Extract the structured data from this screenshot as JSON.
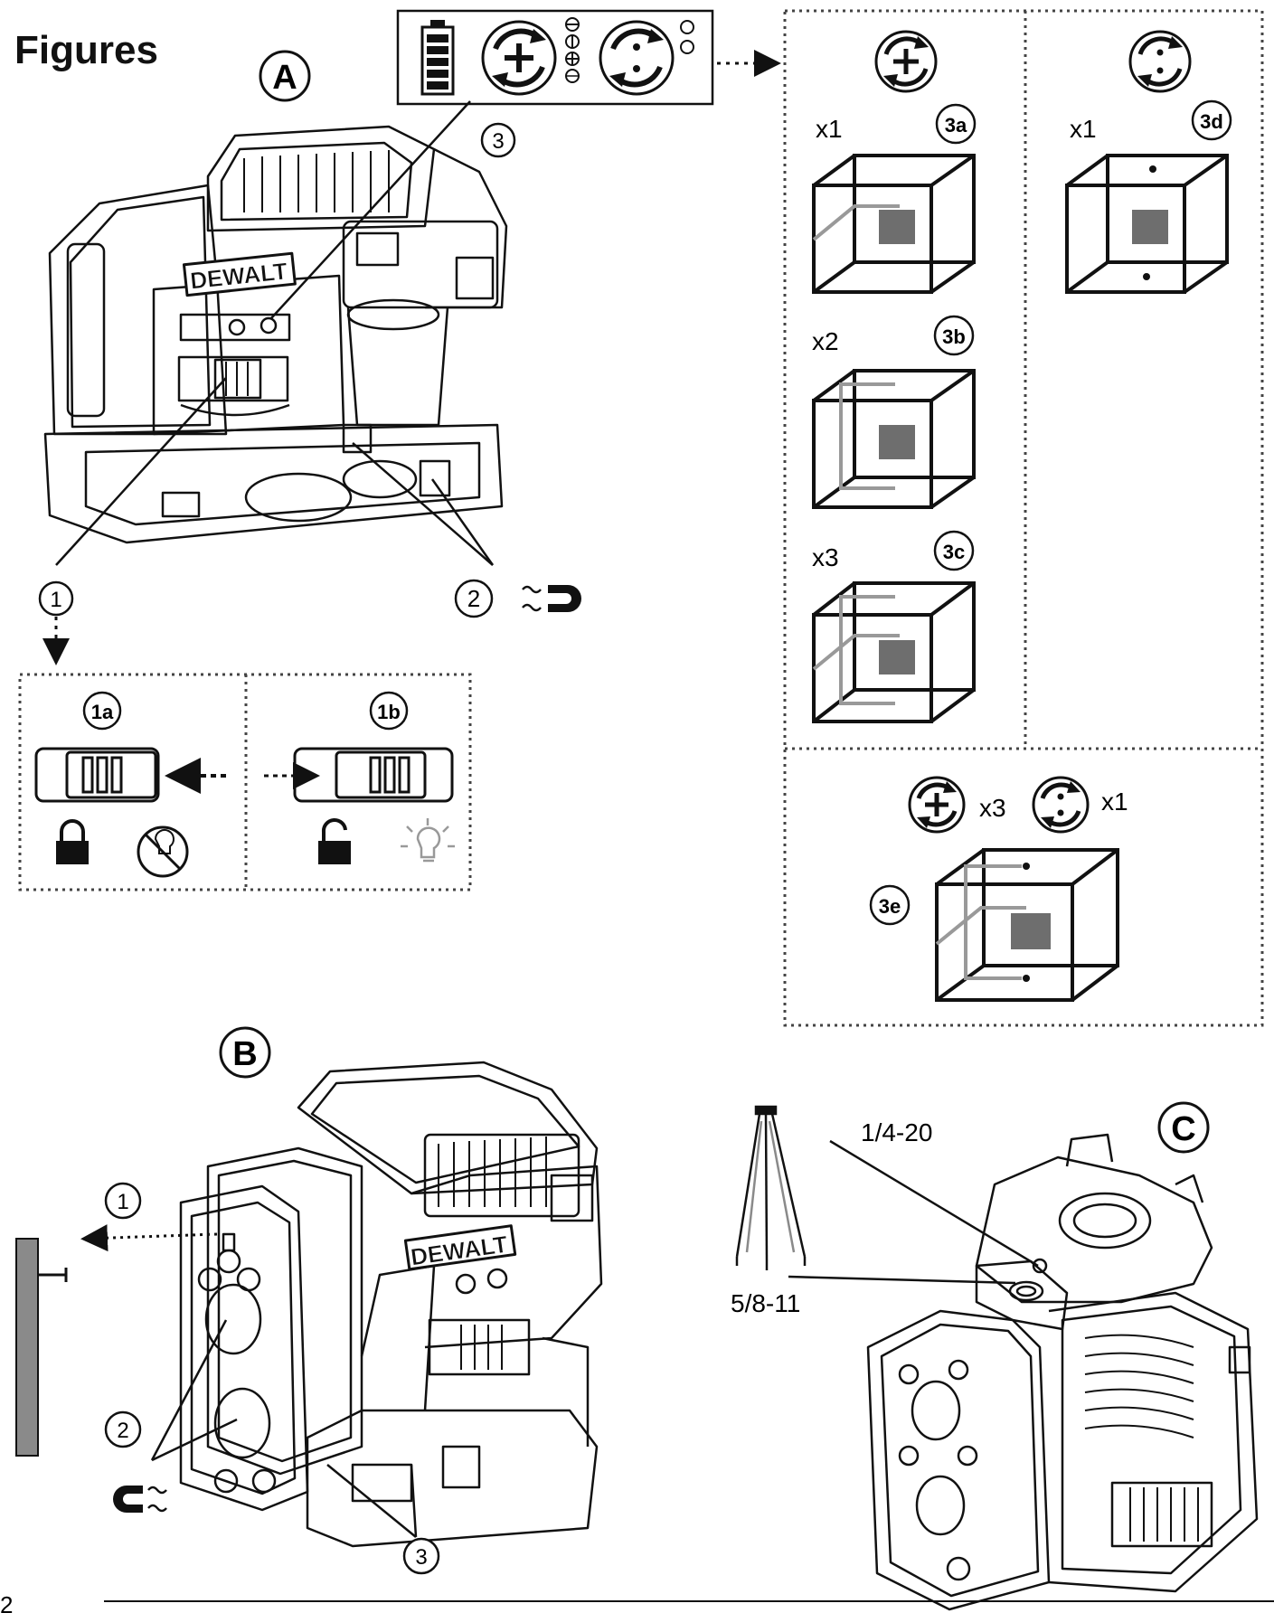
{
  "page": {
    "title": "Figures",
    "page_number": "2"
  },
  "figure_a": {
    "letter": "A",
    "brand": "DEWALT",
    "callouts": {
      "c1": "1",
      "c2": "2",
      "c3": "3"
    },
    "switch_panel": {
      "label_1a": "1a",
      "label_1b": "1b"
    },
    "icons": [
      "battery-icon",
      "horizontal-mode-icon",
      "vertical-mode-icon",
      "magnet-icon",
      "lock-icon",
      "unlock-icon",
      "light-off-icon",
      "light-on-icon"
    ]
  },
  "modes_panel": {
    "col_plus": {
      "rows": [
        {
          "count": "x1",
          "label": "3a"
        },
        {
          "count": "x2",
          "label": "3b"
        },
        {
          "count": "x3",
          "label": "3c"
        }
      ]
    },
    "col_dots": {
      "count": "x1",
      "label": "3d"
    },
    "combo": {
      "count_plus": "x3",
      "count_dots": "x1",
      "label": "3e"
    }
  },
  "figure_b": {
    "letter": "B",
    "brand": "DEWALT",
    "callouts": {
      "c1": "1",
      "c2": "2",
      "c3": "3"
    }
  },
  "figure_c": {
    "letter": "C",
    "thread_small": "1/4-20",
    "thread_large": "5/8-11"
  },
  "colors": {
    "ink": "#111111",
    "grey": "#8a8a8a",
    "block": "#6e6e6e",
    "dotted": "#444444"
  }
}
